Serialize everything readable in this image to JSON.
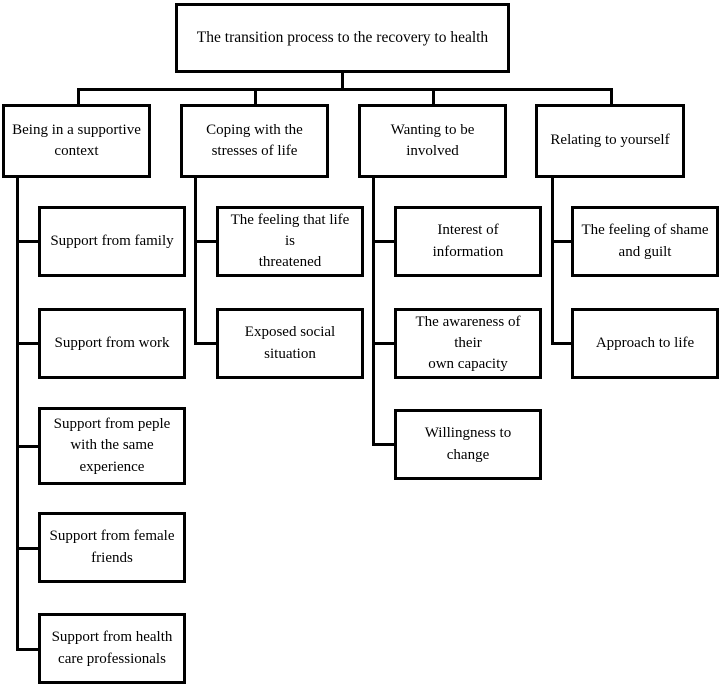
{
  "diagram": {
    "title": "The transition process to the recovery to health",
    "type": "hierarchy-tree",
    "orientation": "top-down",
    "levels": 3,
    "colors": {
      "background": "#ffffff",
      "border": "#000000",
      "text": "#000000",
      "connector": "#000000"
    },
    "root": {
      "label": "The transition process to the recovery to health"
    },
    "categories": [
      {
        "label": "Being in a supportive\ncontext",
        "children": [
          {
            "label": "Support from family"
          },
          {
            "label": "Support from work"
          },
          {
            "label": "Support from peple\nwith the same\nexperience"
          },
          {
            "label": "Support from female\nfriends"
          },
          {
            "label": "Support from health\ncare professionals"
          }
        ]
      },
      {
        "label": "Coping with the\nstresses of life",
        "children": [
          {
            "label": "The feeling that life is\nthreatened"
          },
          {
            "label": "Exposed social\nsituation"
          }
        ]
      },
      {
        "label": "Wanting to be\ninvolved",
        "children": [
          {
            "label": "Interest of\ninformation"
          },
          {
            "label": "The awareness of their\nown capacity"
          },
          {
            "label": "Willingness to change"
          }
        ]
      },
      {
        "label": "Relating to yourself",
        "children": [
          {
            "label": "The feeling of shame\nand guilt"
          },
          {
            "label": "Approach to life"
          }
        ]
      }
    ]
  }
}
